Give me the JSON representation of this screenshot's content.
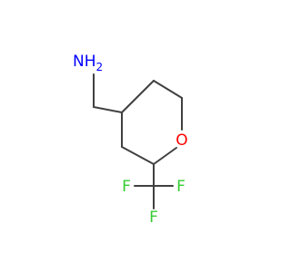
{
  "molecule": {
    "atoms": {
      "amine": {
        "text": "NH",
        "subscript": "2",
        "color": "#0000ff"
      },
      "oxygen": {
        "text": "O",
        "color": "#ff0000"
      },
      "fluorine_top": {
        "text": "F",
        "color": "#33cc33"
      },
      "fluorine_right": {
        "text": "F",
        "color": "#33cc33"
      },
      "fluorine_bottom": {
        "text": "F",
        "color": "#33cc33"
      }
    },
    "bond_color": "#404040"
  }
}
